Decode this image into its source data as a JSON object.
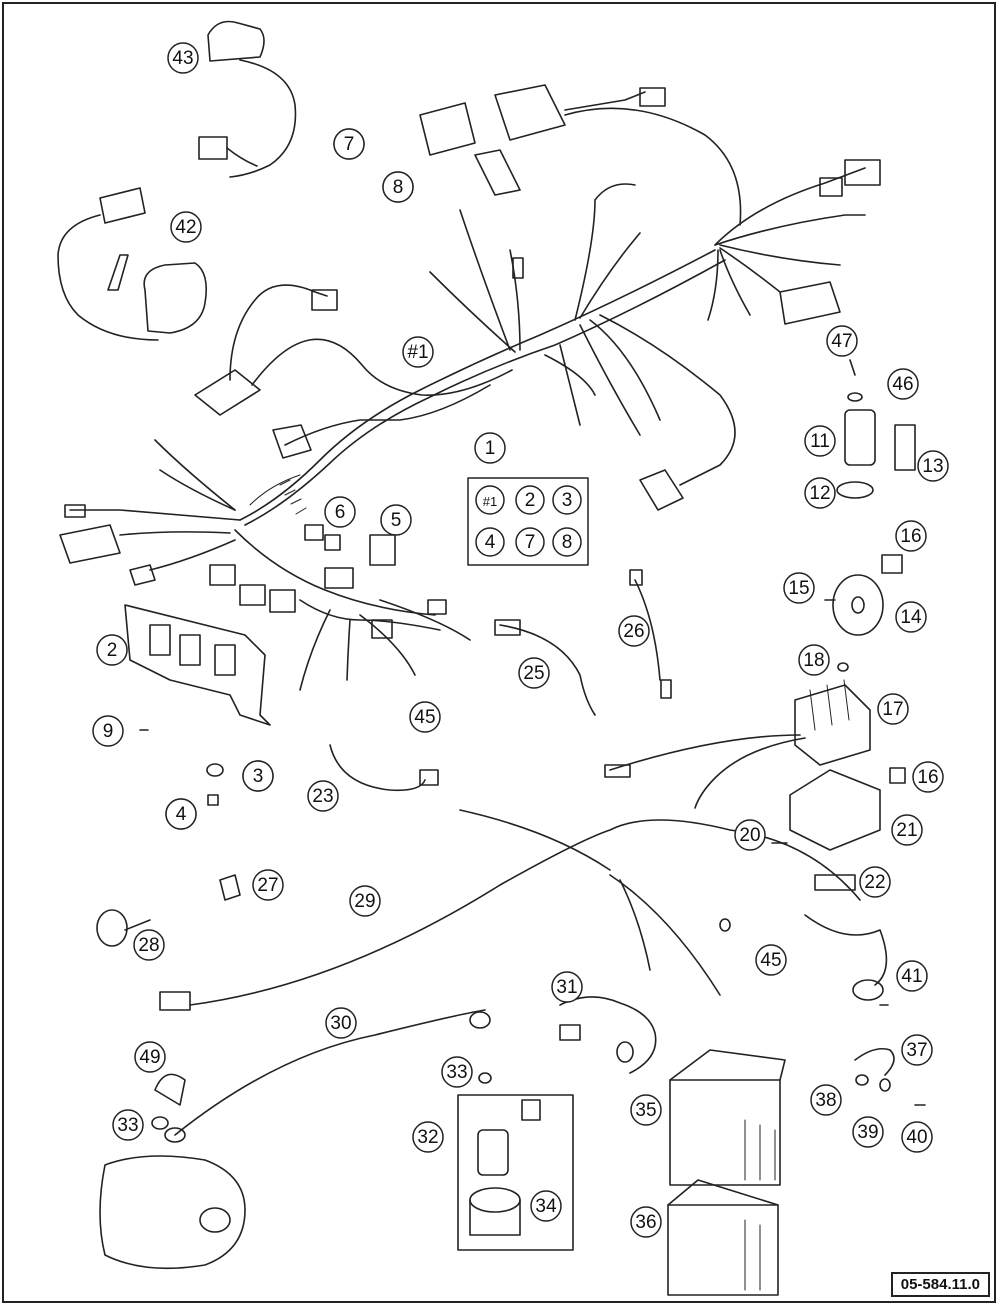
{
  "drawing": {
    "reference_number": "05-584.11.0",
    "callouts": [
      "43",
      "7",
      "8",
      "42",
      "#1",
      "1",
      "2",
      "3",
      "4",
      "5",
      "6",
      "7",
      "8",
      "9",
      "3",
      "4",
      "11",
      "12",
      "13",
      "14",
      "15",
      "16",
      "17",
      "18",
      "16",
      "20",
      "21",
      "22",
      "23",
      "25",
      "26",
      "27",
      "28",
      "29",
      "30",
      "31",
      "32",
      "33",
      "33",
      "34",
      "35",
      "36",
      "37",
      "38",
      "39",
      "40",
      "41",
      "45",
      "45",
      "46",
      "47",
      "49"
    ],
    "kit_box": {
      "items": [
        "#1",
        "2",
        "3",
        "4",
        "7",
        "8"
      ]
    }
  }
}
